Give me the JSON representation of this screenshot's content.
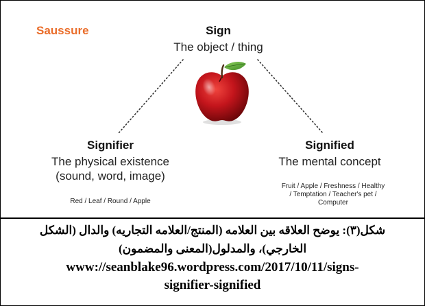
{
  "brand": "Saussure",
  "sign": {
    "title": "Sign",
    "subtitle": "The object / thing"
  },
  "signifier": {
    "title": "Signifier",
    "line1": "The physical existence",
    "line2": "(sound, word, image)",
    "examples": "Red / Leaf / Round / Apple"
  },
  "signified": {
    "title": "Signified",
    "line1": "The mental concept",
    "examples_line1": "Fruit / Apple / Freshness  / Healthy",
    "examples_line2": "/ Temptation / Teacher's pet /",
    "examples_line3": "Computer"
  },
  "image": {
    "icon": "apple-icon",
    "apple_color": "#c4151c",
    "leaf_color": "#5fa83a"
  },
  "caption": {
    "arabic_line1": "شكل(٣): يوضح العلاقه بين العلامه (المنتج/العلامه التجاريه) والدال (الشكل",
    "arabic_line2": "الخارجي)، والمدلول(المعنى والمضمون)",
    "url_line1": "www://seanblake96.wordpress.com/2017/10/11/signs-",
    "url_line2": "signifier-signified"
  },
  "colors": {
    "brand": "#ea6d2a",
    "text": "#222222",
    "border": "#000000"
  }
}
